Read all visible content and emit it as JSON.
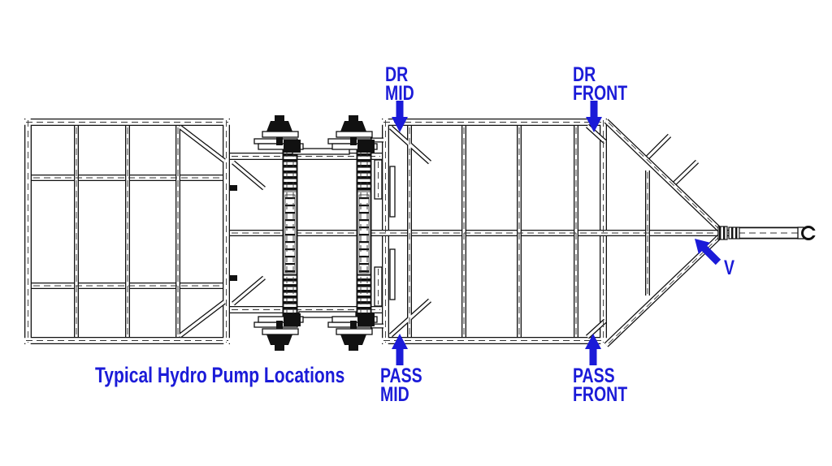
{
  "caption": "Typical Hydro Pump Locations",
  "labels": {
    "dr_mid": [
      "DR",
      "MID"
    ],
    "dr_front": [
      "DR",
      "FRONT"
    ],
    "pass_mid": [
      "PASS",
      "MID"
    ],
    "pass_front": [
      "PASS",
      "FRONT"
    ],
    "v": "V"
  },
  "colors": {
    "annotation_blue": "#1B1BD8",
    "line_black": "#111111",
    "background": "#FFFFFF"
  },
  "icons": {
    "arrows": [
      "dr-mid-arrow-icon",
      "dr-front-arrow-icon",
      "pass-mid-arrow-icon",
      "pass-front-arrow-icon",
      "v-arrow-icon"
    ]
  }
}
